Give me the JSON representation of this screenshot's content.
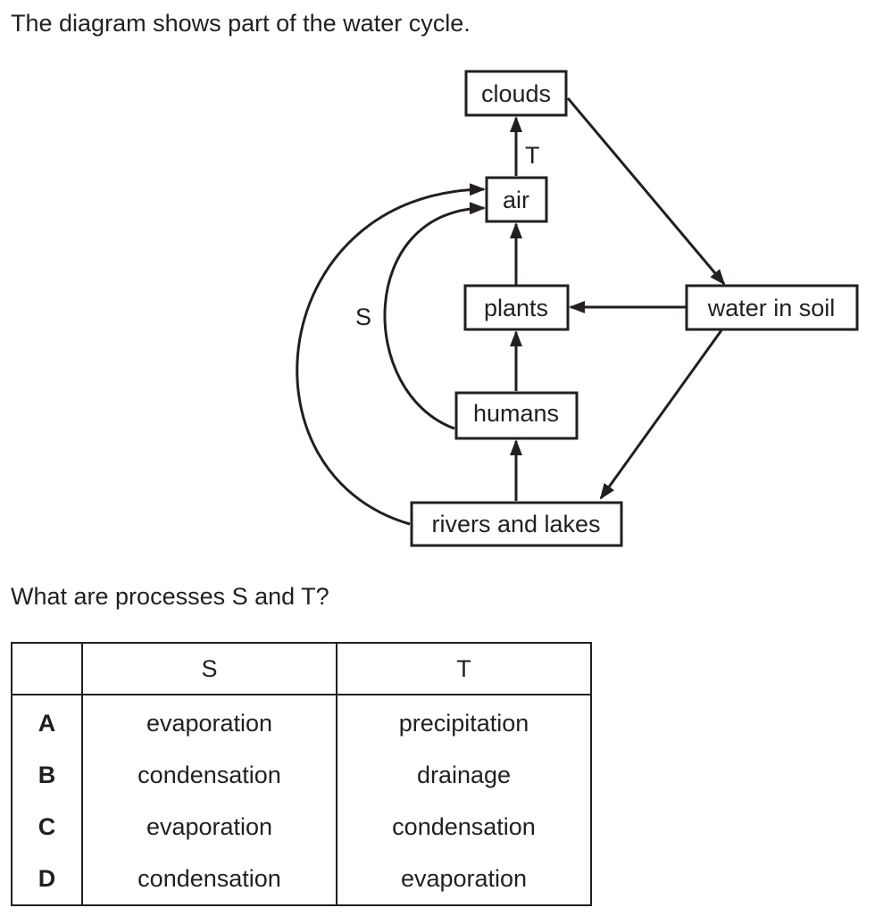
{
  "intro_text": "The diagram shows part of the water cycle.",
  "question_text": "What are processes S and T?",
  "diagram": {
    "nodes": {
      "clouds": "clouds",
      "air": "air",
      "plants": "plants",
      "water_in_soil": "water in soil",
      "humans": "humans",
      "rivers_and_lakes": "rivers and lakes"
    },
    "labels": {
      "S": "S",
      "T": "T"
    }
  },
  "table": {
    "headers": [
      "",
      "S",
      "T"
    ],
    "rows": [
      {
        "key": "A",
        "s": "evaporation",
        "t": "precipitation"
      },
      {
        "key": "B",
        "s": "condensation",
        "t": "drainage"
      },
      {
        "key": "C",
        "s": "evaporation",
        "t": "condensation"
      },
      {
        "key": "D",
        "s": "condensation",
        "t": "evaporation"
      }
    ]
  }
}
